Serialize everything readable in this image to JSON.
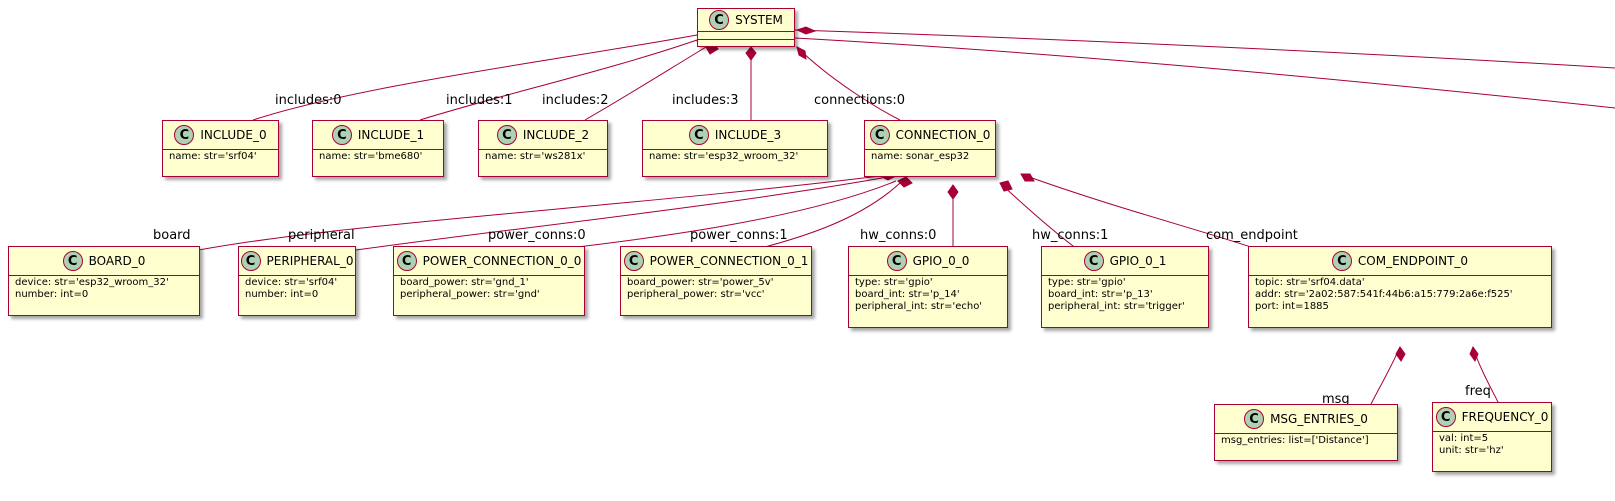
{
  "diagram": {
    "system": {
      "name": "SYSTEM",
      "badge": "C"
    },
    "includes": [
      {
        "name": "INCLUDE_0",
        "badge": "C",
        "edge_label": "includes:0",
        "attrs": [
          "name: str='srf04'"
        ]
      },
      {
        "name": "INCLUDE_1",
        "badge": "C",
        "edge_label": "includes:1",
        "attrs": [
          "name: str='bme680'"
        ]
      },
      {
        "name": "INCLUDE_2",
        "badge": "C",
        "edge_label": "includes:2",
        "attrs": [
          "name: str='ws281x'"
        ]
      },
      {
        "name": "INCLUDE_3",
        "badge": "C",
        "edge_label": "includes:3",
        "attrs": [
          "name: str='esp32_wroom_32'"
        ]
      }
    ],
    "connection": {
      "name": "CONNECTION_0",
      "badge": "C",
      "edge_label": "connections:0",
      "attrs": [
        "name: sonar_esp32"
      ]
    },
    "board": {
      "name": "BOARD_0",
      "badge": "C",
      "edge_label": "board",
      "attrs": [
        "device: str='esp32_wroom_32'",
        "number: int=0"
      ]
    },
    "peripheral": {
      "name": "PERIPHERAL_0",
      "badge": "C",
      "edge_label": "peripheral",
      "attrs": [
        "device: str='srf04'",
        "number: int=0"
      ]
    },
    "power_connections": [
      {
        "name": "POWER_CONNECTION_0_0",
        "badge": "C",
        "edge_label": "power_conns:0",
        "attrs": [
          "board_power: str='gnd_1'",
          "peripheral_power: str='gnd'"
        ]
      },
      {
        "name": "POWER_CONNECTION_0_1",
        "badge": "C",
        "edge_label": "power_conns:1",
        "attrs": [
          "board_power: str='power_5v'",
          "peripheral_power: str='vcc'"
        ]
      }
    ],
    "gpios": [
      {
        "name": "GPIO_0_0",
        "badge": "C",
        "edge_label": "hw_conns:0",
        "attrs": [
          "type: str='gpio'",
          "board_int: str='p_14'",
          "peripheral_int: str='echo'"
        ]
      },
      {
        "name": "GPIO_0_1",
        "badge": "C",
        "edge_label": "hw_conns:1",
        "attrs": [
          "type: str='gpio'",
          "board_int: str='p_13'",
          "peripheral_int: str='trigger'"
        ]
      }
    ],
    "com_endpoint": {
      "name": "COM_ENDPOINT_0",
      "badge": "C",
      "edge_label": "com_endpoint",
      "attrs": [
        "topic: str='srf04.data'",
        "addr: str='2a02:587:541f:44b6:a15:779:2a6e:f525'",
        "port: int=1885"
      ]
    },
    "msg_entries": {
      "name": "MSG_ENTRIES_0",
      "badge": "C",
      "edge_label": "msg",
      "attrs": [
        "msg_entries: list=['Distance']"
      ]
    },
    "frequency": {
      "name": "FREQUENCY_0",
      "badge": "C",
      "edge_label": "freq",
      "attrs": [
        "val: int=5",
        "unit: str='hz'"
      ]
    }
  }
}
